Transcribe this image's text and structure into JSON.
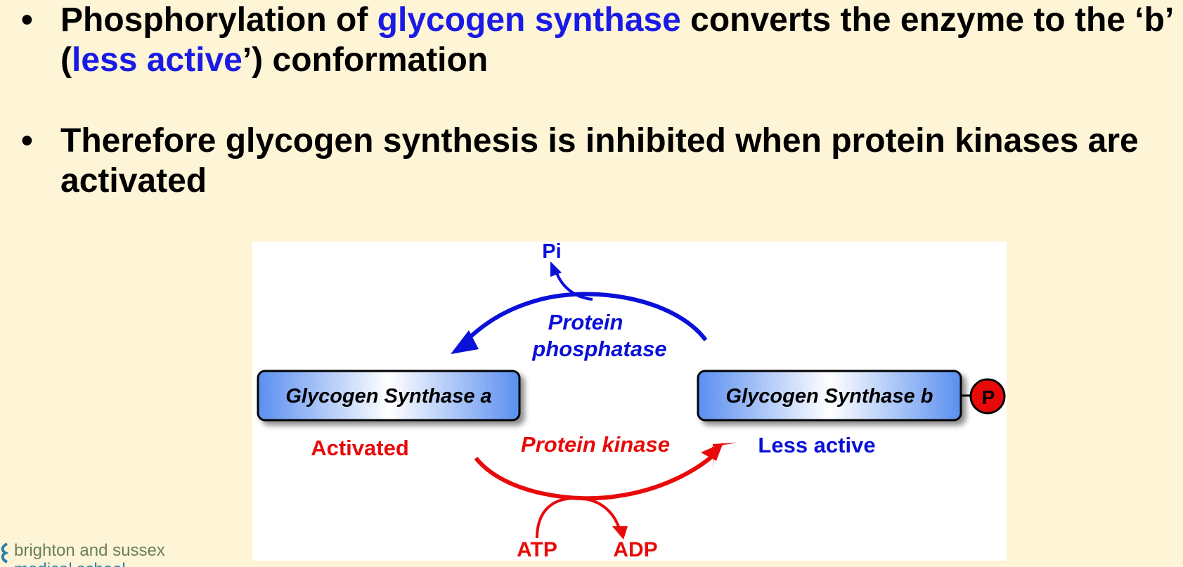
{
  "bullets": [
    {
      "marker": "•",
      "parts": {
        "p1": "Phosphorylation of ",
        "h1": "glycogen synthase",
        "p2": " converts the enzyme to the ‘b’ (",
        "h2": "less active",
        "p3": "’) conformation"
      }
    },
    {
      "marker": "•",
      "text": "Therefore glycogen synthesis is inhibited when protein kinases are activated"
    }
  ],
  "diagram": {
    "enzyme_a": "Glycogen Synthase a",
    "enzyme_b": "Glycogen Synthase b",
    "phospho_label": "P",
    "state_a": "Activated",
    "state_b": "Less active",
    "phosphatase_line1": "Protein",
    "phosphatase_line2": "phosphatase",
    "kinase_label": "Protein kinase",
    "pi_label": "Pi",
    "atp_label": "ATP",
    "adp_label": "ADP",
    "colors": {
      "blue": "#0a10d8",
      "red": "#e80a0a",
      "box_light": "#ffffff",
      "box_dark": "#5a8ff0"
    }
  },
  "logo": {
    "line1": "brighton and sussex",
    "line2": "medical school"
  },
  "colors": {
    "background": "#fef4d6",
    "highlight": "#1a1ae6"
  }
}
